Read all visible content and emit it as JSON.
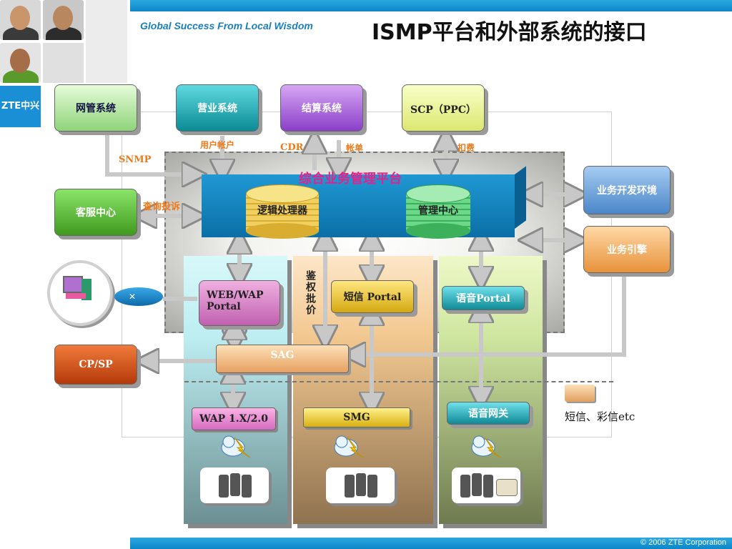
{
  "header": {
    "title": "ISMP平台和外部系统的接口",
    "tagline": "Global Success From Local Wisdom",
    "logo": "ZTE中兴"
  },
  "footer": {
    "copyright": "© 2006 ZTE Corporation"
  },
  "external_systems": {
    "network_mgmt": "网管系统",
    "business_sys": "营业系统",
    "billing_sys": "结算系统",
    "scp": "SCP（PPC）",
    "customer_service": "客服中心",
    "dev_env": "业务开发环境",
    "service_engine": "业务引擎",
    "cpsp": "CP/SP"
  },
  "interfaces": {
    "snmp": "SNMP",
    "user_account": "用户帐户",
    "cdr": "CDR",
    "bill": "帐单",
    "deduct": "扣费",
    "query_complaint": "查询投诉",
    "auth": "鉴权批价"
  },
  "platform": {
    "title": "综合业务管理平台",
    "logic": "逻辑处理器",
    "mgmt": "管理中心"
  },
  "portals": {
    "web_wap": "WEB/WAP Portal",
    "sms": "短信 Portal",
    "voice": "语音Portal",
    "sag": "SAG",
    "wap_gw": "WAP 1.X/2.0",
    "smg": "SMG",
    "voice_gw": "语音网关"
  },
  "legend": {
    "label": "短信、彩信etc"
  },
  "colors": {
    "accent_blue": "#1a8fd6",
    "platform_blue": "#1a86c2",
    "orange_label": "#f07a1a",
    "platform_title": "#e8208a"
  }
}
